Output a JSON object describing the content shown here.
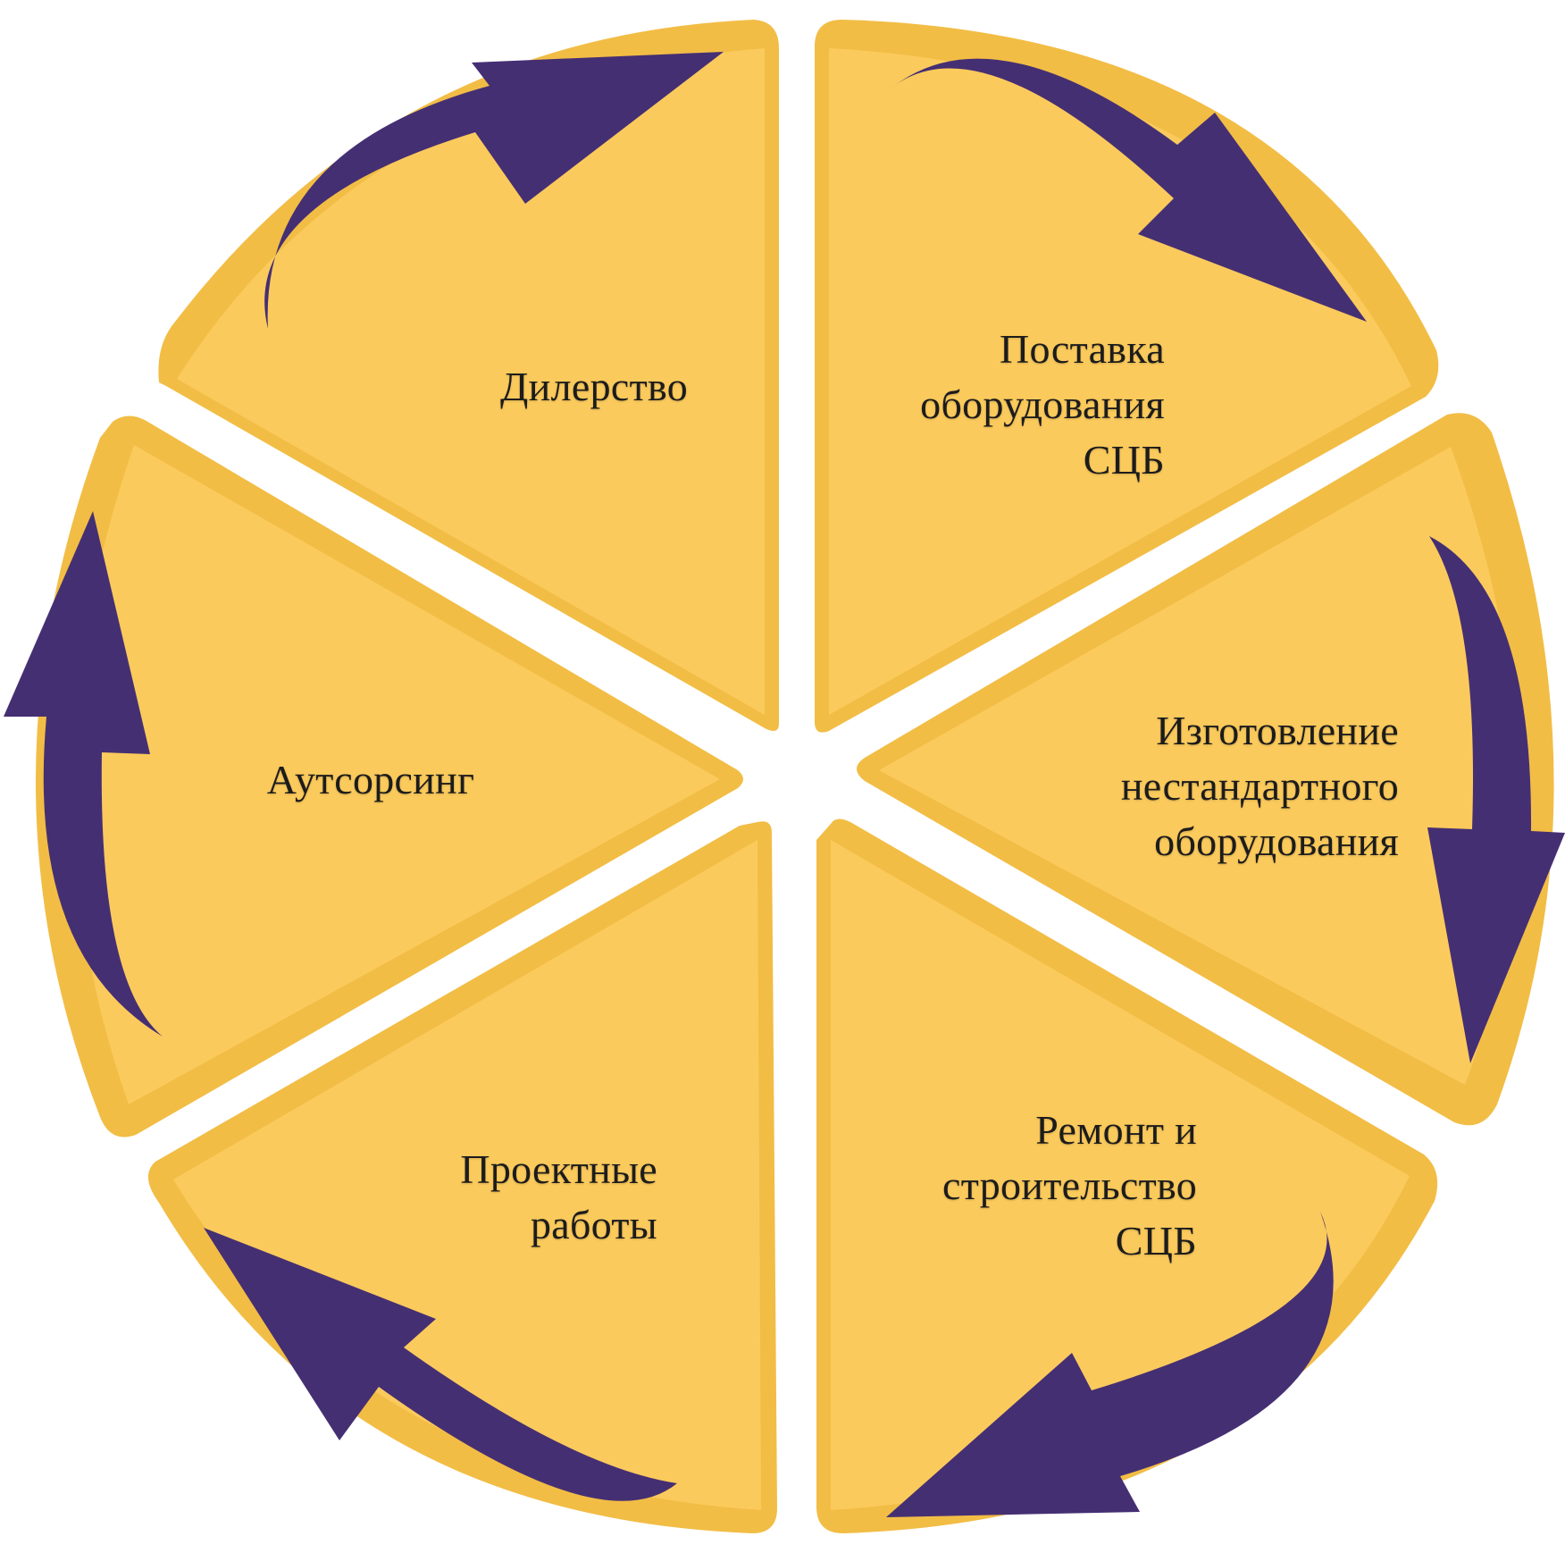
{
  "diagram": {
    "segments": [
      {
        "id": "dealership",
        "lines": [
          "Дилерство"
        ]
      },
      {
        "id": "supply",
        "lines": [
          "Поставка",
          "оборудования",
          "СЦБ"
        ]
      },
      {
        "id": "manufacturing",
        "lines": [
          "Изготовление",
          "нестандартного",
          "оборудования"
        ]
      },
      {
        "id": "repair",
        "lines": [
          "Ремонт и",
          "строительство",
          "СЦБ"
        ]
      },
      {
        "id": "design",
        "lines": [
          "Проектные",
          "работы"
        ]
      },
      {
        "id": "outsourcing",
        "lines": [
          "Аутсорсинг"
        ]
      }
    ],
    "colors": {
      "segment_fill": "#fbca5c",
      "segment_rim": "#f2bd45",
      "arrow": "#452f73",
      "text": "#1c1c1c",
      "background": "#ffffff"
    },
    "arrow_direction": "clockwise"
  }
}
